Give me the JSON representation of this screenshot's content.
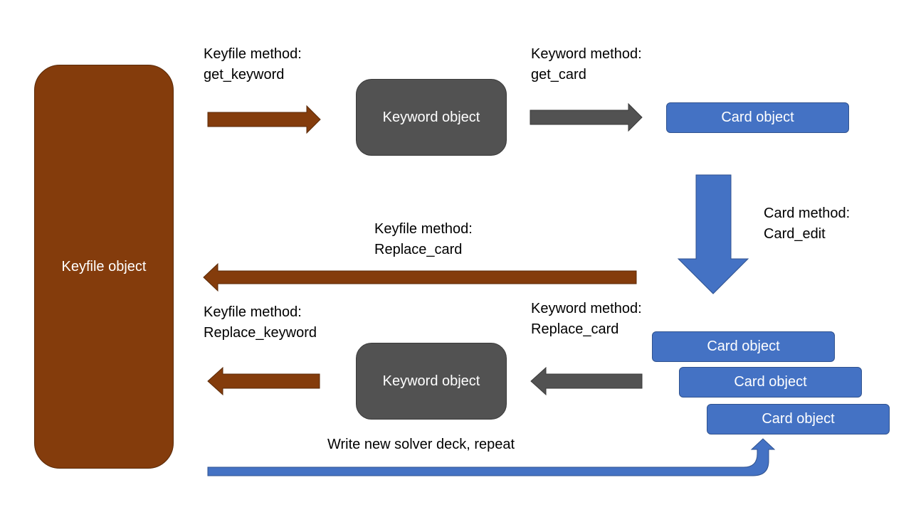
{
  "nodes": {
    "keyfile": "Keyfile object",
    "keyword_top": "Keyword object",
    "keyword_bottom": "Keyword object",
    "card_top": "Card object",
    "card_stack": [
      "Card object",
      "Card object",
      "Card object"
    ]
  },
  "labels": {
    "get_keyword": "Keyfile method:\nget_keyword",
    "get_card": "Keyword method:\nget_card",
    "card_edit": "Card method:\nCard_edit",
    "replace_card_keyfile": "Keyfile method:\nReplace_card",
    "replace_keyword": "Keyfile method:\nReplace_keyword",
    "replace_card_keyword": "Keyword method:\nReplace_card",
    "repeat": "Write new solver deck, repeat"
  },
  "colors": {
    "keyfile": "#843c0c",
    "keyword": "#525252",
    "card": "#4472c4",
    "background": "#ffffff"
  }
}
